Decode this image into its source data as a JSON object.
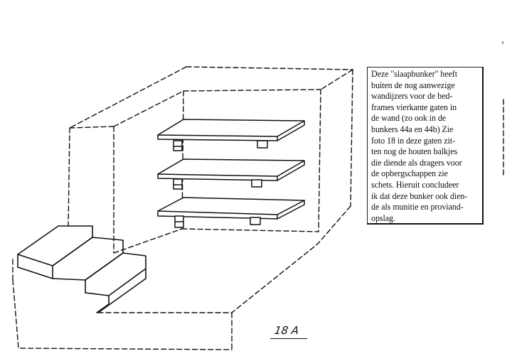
{
  "caption": {
    "lines": [
      "Deze \"slaapbunker\" heeft",
      "buiten de nog aanwezige",
      "wandijzers voor de bed-",
      "frames vierkante gaten in",
      "de wand (zo ook in de",
      "bunkers 44a en 44b) Zie",
      "foto 18 in deze gaten zit-",
      "ten nog de houten balkjes",
      "die diende als dragers voor",
      "de opbergschappen zie",
      "schets. Hieruit concludeer",
      "ik dat deze bunker ook dien-",
      "de als munitie en proviand-",
      "opslag."
    ]
  },
  "figure_label": "18 A",
  "edge_mark": "‹",
  "colors": {
    "ink": "#111111",
    "paper": "#ffffff"
  }
}
